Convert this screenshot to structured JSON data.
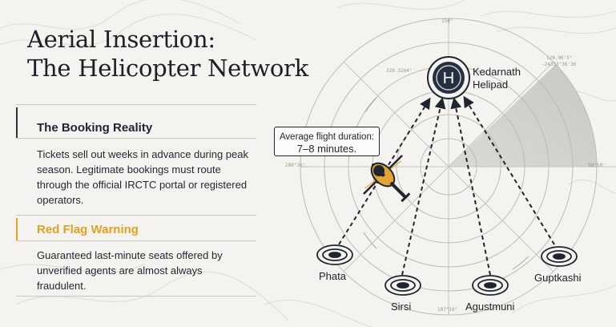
{
  "title": {
    "line1": "Aerial Insertion:",
    "line2": "The Helicopter Network"
  },
  "booking": {
    "heading": "The Booking Reality",
    "body": "Tickets sell out weeks in advance during peak season. Legitimate bookings must route through the official IRCTC portal or registered operators."
  },
  "warning": {
    "heading": "Red Flag Warning",
    "body": "Guaranteed last-minute seats offered by unverified agents are almost always fraudulent."
  },
  "destination": {
    "icon_letter": "H",
    "line1": "Kedarnath",
    "line2": "Helipad"
  },
  "callout": {
    "line1": "Average flight duration:",
    "line2": "7–8 minutes."
  },
  "origins": {
    "phata": "Phata",
    "sirsi": "Sirsi",
    "agustmuni": "Agustmuni",
    "guptkashi": "Guptkashi"
  },
  "radar_readouts": {
    "top": "150°",
    "nw": "320.3264°",
    "ne1": "120.96'5°",
    "ne2": "-24353°36'36",
    "west": "280°30'",
    "east": "90°50'",
    "bottom": "107°18°"
  },
  "colors": {
    "accent": "#e5a020",
    "ink": "#1f2530",
    "helicopter": "#e2a531",
    "background": "#f4f3ef"
  },
  "icons": [
    "helipad-icon",
    "helicopter-icon",
    "landing-pad-icon"
  ]
}
